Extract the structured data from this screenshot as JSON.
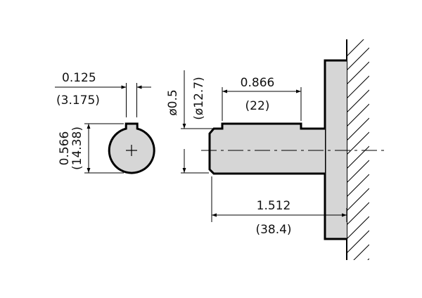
{
  "colors": {
    "part_fill": "#d6d6d6",
    "outline": "#000000",
    "background": "#ffffff"
  },
  "dimensions": {
    "key_width": {
      "inch": "0.125",
      "mm": "(3.175)"
    },
    "shaft_height": {
      "inch": "0.566",
      "mm": "(14.38)"
    },
    "shaft_diameter": {
      "inch": "ø0.5",
      "mm": "(ø12.7)"
    },
    "key_length": {
      "inch": "0.866",
      "mm": "(22)"
    },
    "shaft_length": {
      "inch": "1.512",
      "mm": "(38.4)"
    }
  },
  "icons": {
    "center_mark": "plus-icon"
  }
}
